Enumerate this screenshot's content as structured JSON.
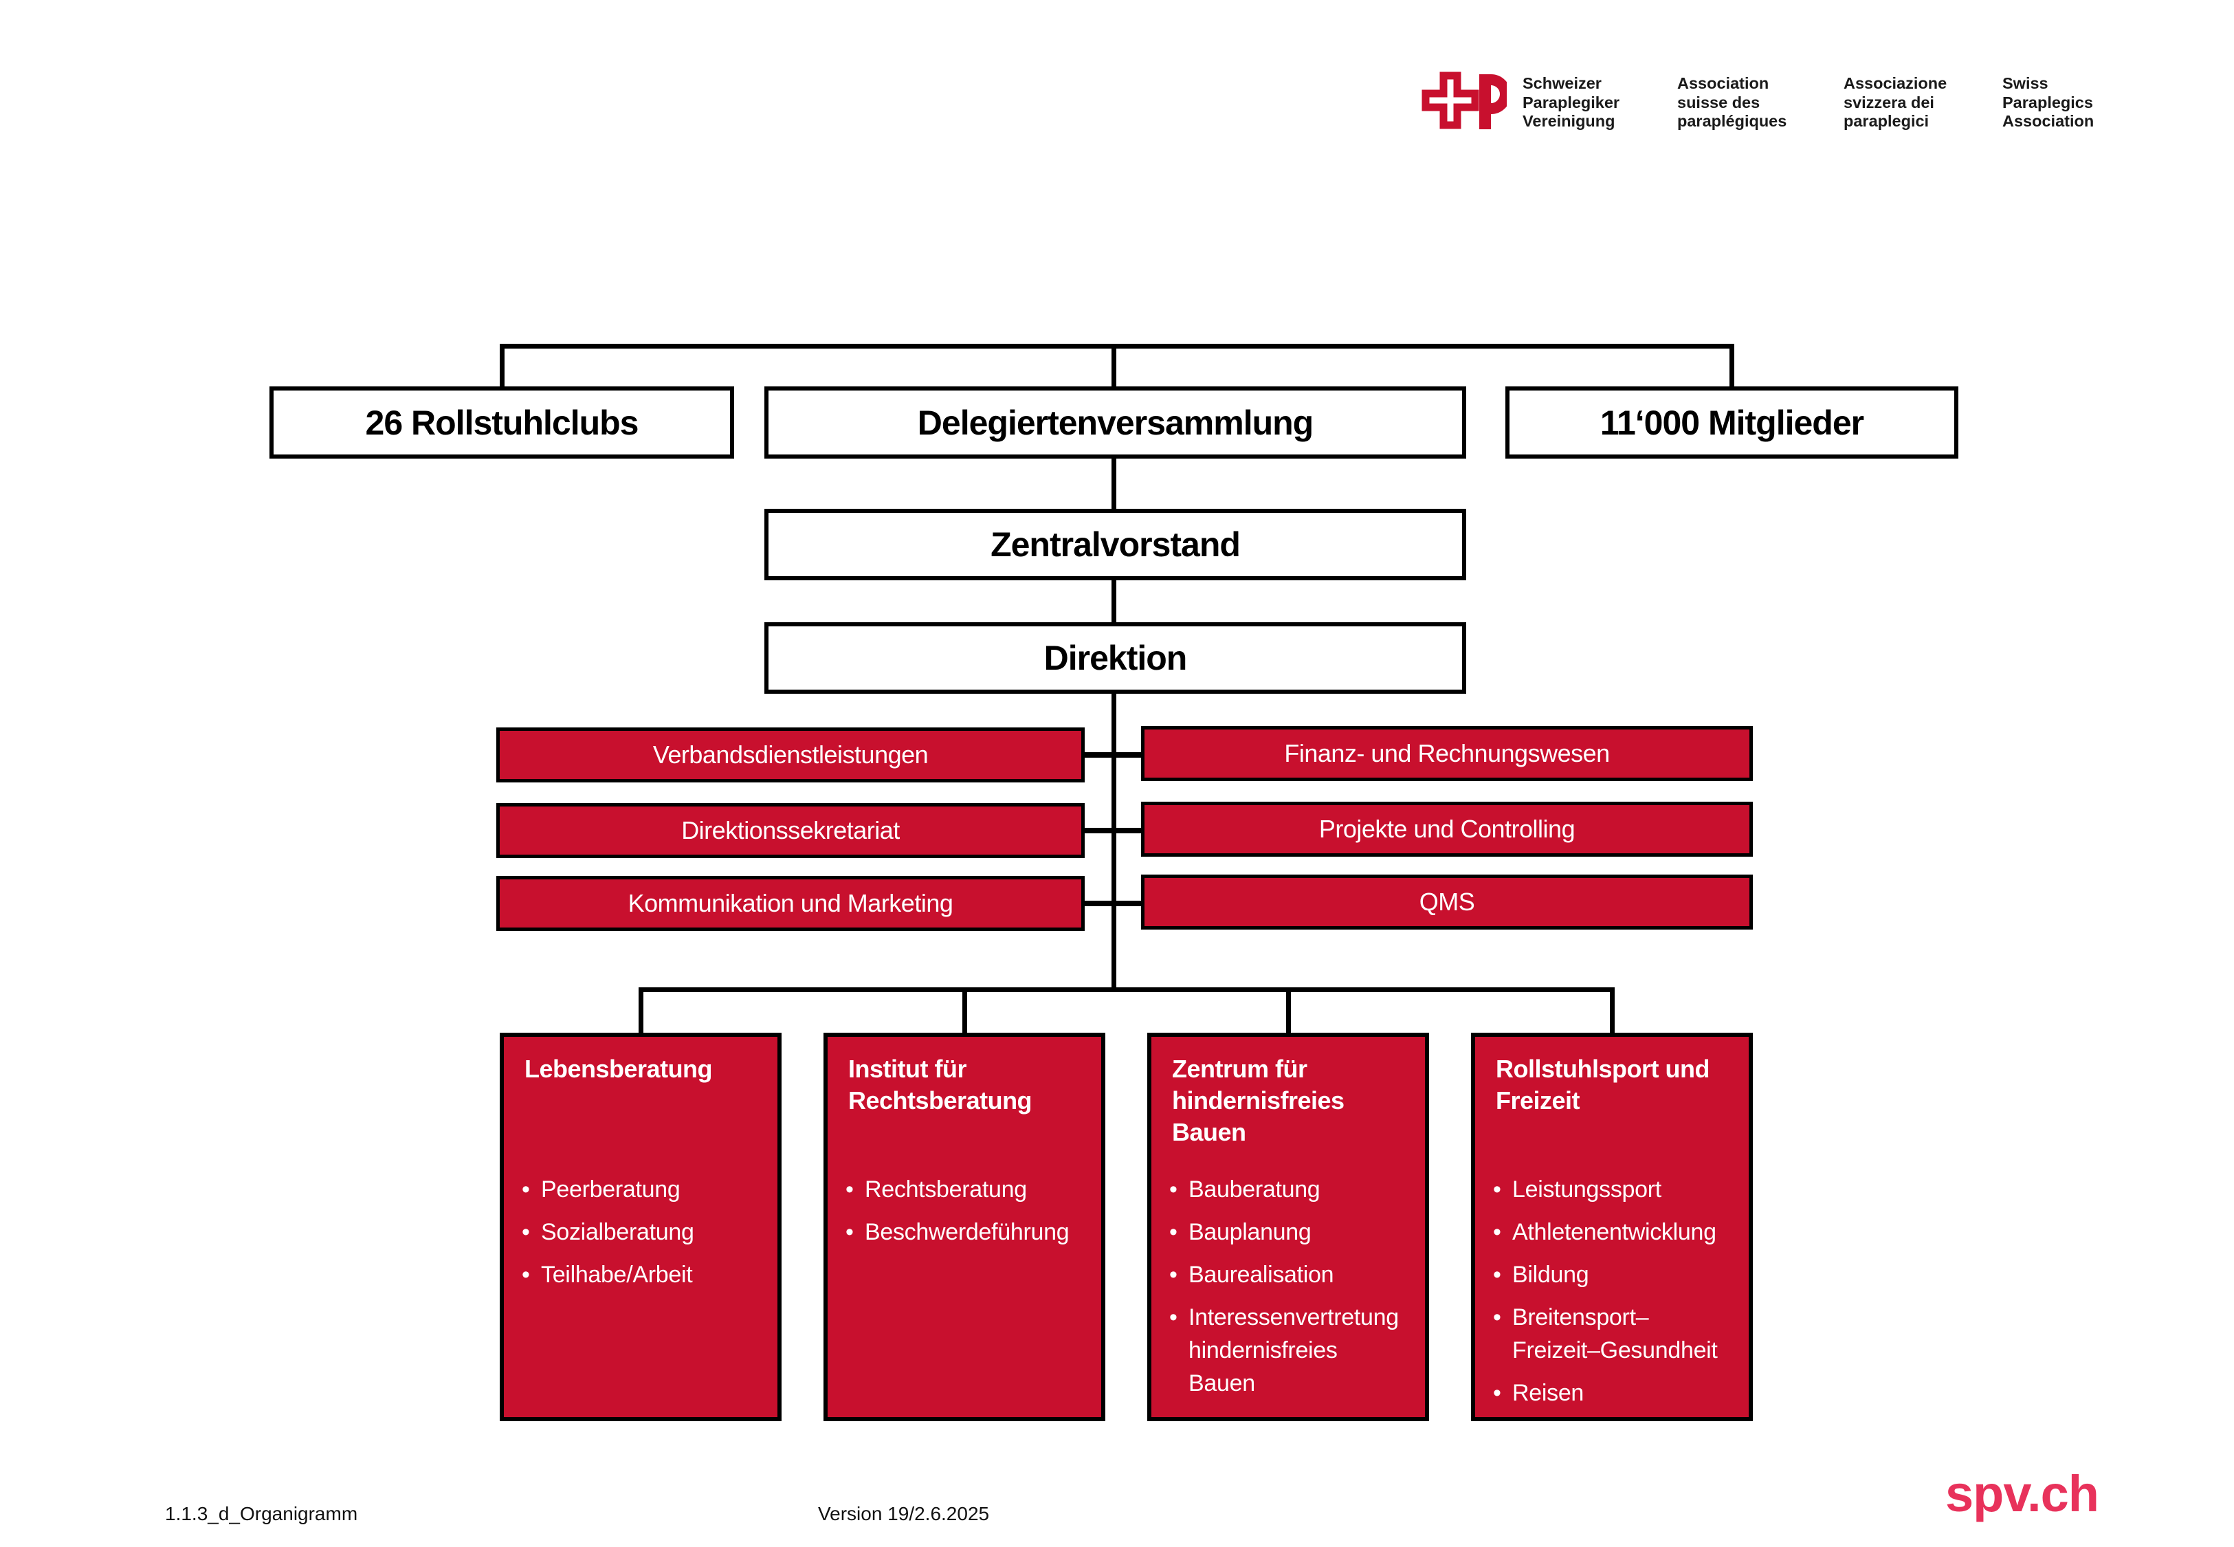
{
  "colors": {
    "box_red": "#C8102E",
    "spv_pink": "#E8325B",
    "line_black": "#000000"
  },
  "header_logo": {
    "mark": "spv-cross-p-logo",
    "columns": [
      {
        "lines": [
          "Schweizer",
          "Paraplegiker",
          "Vereinigung"
        ]
      },
      {
        "lines": [
          "Association",
          "suisse des",
          "paraplégiques"
        ]
      },
      {
        "lines": [
          "Associazione",
          "svizzera dei",
          "paraplegici"
        ]
      },
      {
        "lines": [
          "Swiss",
          "Paraplegics",
          "Association"
        ]
      }
    ]
  },
  "chart": {
    "top_row": [
      {
        "label": "26 Rollstuhlclubs"
      },
      {
        "label": "Delegiertenversammlung"
      },
      {
        "label": "11‘000 Mitglieder"
      }
    ],
    "level2": {
      "label": "Zentralvorstand"
    },
    "level3": {
      "label": "Direktion"
    },
    "staff_left": [
      {
        "label": "Verbandsdienstleistungen"
      },
      {
        "label": "Direktionssekretariat"
      },
      {
        "label": "Kommunikation und Marketing"
      }
    ],
    "staff_right": [
      {
        "label": "Finanz- und Rechnungswesen"
      },
      {
        "label": "Projekte und Controlling"
      },
      {
        "label": "QMS"
      }
    ],
    "departments": [
      {
        "title": "Lebensberatung",
        "items": [
          "Peerberatung",
          "Sozialberatung",
          "Teilhabe/Arbeit"
        ]
      },
      {
        "title": "Institut für Rechtsberatung",
        "items": [
          "Rechtsberatung",
          "Beschwerdeführung"
        ]
      },
      {
        "title": "Zentrum für hindernisfreies Bauen",
        "items": [
          "Bauberatung",
          "Bauplanung",
          "Baurealisation",
          "Interessenvertretung hindernisfreies Bauen"
        ]
      },
      {
        "title": "Rollstuhlsport und Freizeit",
        "items": [
          "Leistungssport",
          "Athletenentwicklung",
          "Bildung",
          "Breitensport–Freizeit–Gesundheit",
          "Reisen"
        ]
      }
    ]
  },
  "footer": {
    "doc_id": "1.1.3_d_Organigramm",
    "version": "Version 19/2.6.2025",
    "site": "spv.ch"
  }
}
